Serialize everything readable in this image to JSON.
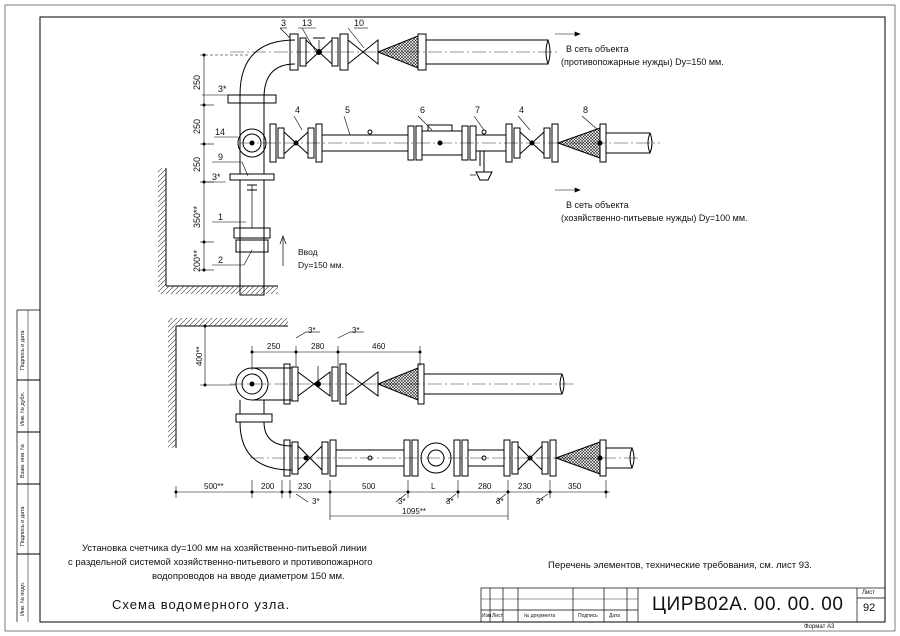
{
  "callouts": {
    "top": [
      "3",
      "13",
      "10"
    ],
    "row2": [
      "4",
      "5",
      "6",
      "7",
      "4",
      "8"
    ],
    "left": [
      "14",
      "9",
      "1",
      "2"
    ],
    "star": "3*"
  },
  "upper_dims": {
    "vertical": [
      "250",
      "250",
      "250",
      "350**",
      "200**"
    ],
    "input_label": [
      "Ввод",
      "Dy=150 мм."
    ]
  },
  "lower_dims": {
    "top": [
      "250",
      "280",
      "460"
    ],
    "side": "400**",
    "bottom": [
      "500**",
      "200",
      "230",
      "500",
      "L",
      "280",
      "230",
      "350"
    ],
    "total": "1095**"
  },
  "outputs": {
    "fire": [
      "В сеть объекта",
      "(противопожарные нужды) Dy=150 мм."
    ],
    "drink": [
      "В сеть объекта",
      "(хозяйственно-питьевые нужды) Dy=100 мм."
    ]
  },
  "description": [
    "Установка счетчика dy=100 мм  на хозяйственно-питьевой линии",
    "с раздельной  системой хозяйственно-питьевого и противопожарного",
    "водопроводов на вводе диаметром 150 мм."
  ],
  "scheme_title": "Схема водомерного узла.",
  "reference": "Перечень элементов, технические требования, см. лист 93.",
  "side_stamp": [
    "Подпись и дата",
    "Инв. № дубл.",
    "Взам. инв. №",
    "Подпись и дата",
    "Инв. № подл."
  ],
  "title_block": {
    "cols": [
      "Изм.",
      "Лист",
      "№  документа",
      "Подпись",
      "Дата"
    ],
    "code": "ЦИРВ02А. 00. 00. 00",
    "sheet_label": "Лист",
    "sheet_no": "92",
    "format": "Формат А3"
  }
}
